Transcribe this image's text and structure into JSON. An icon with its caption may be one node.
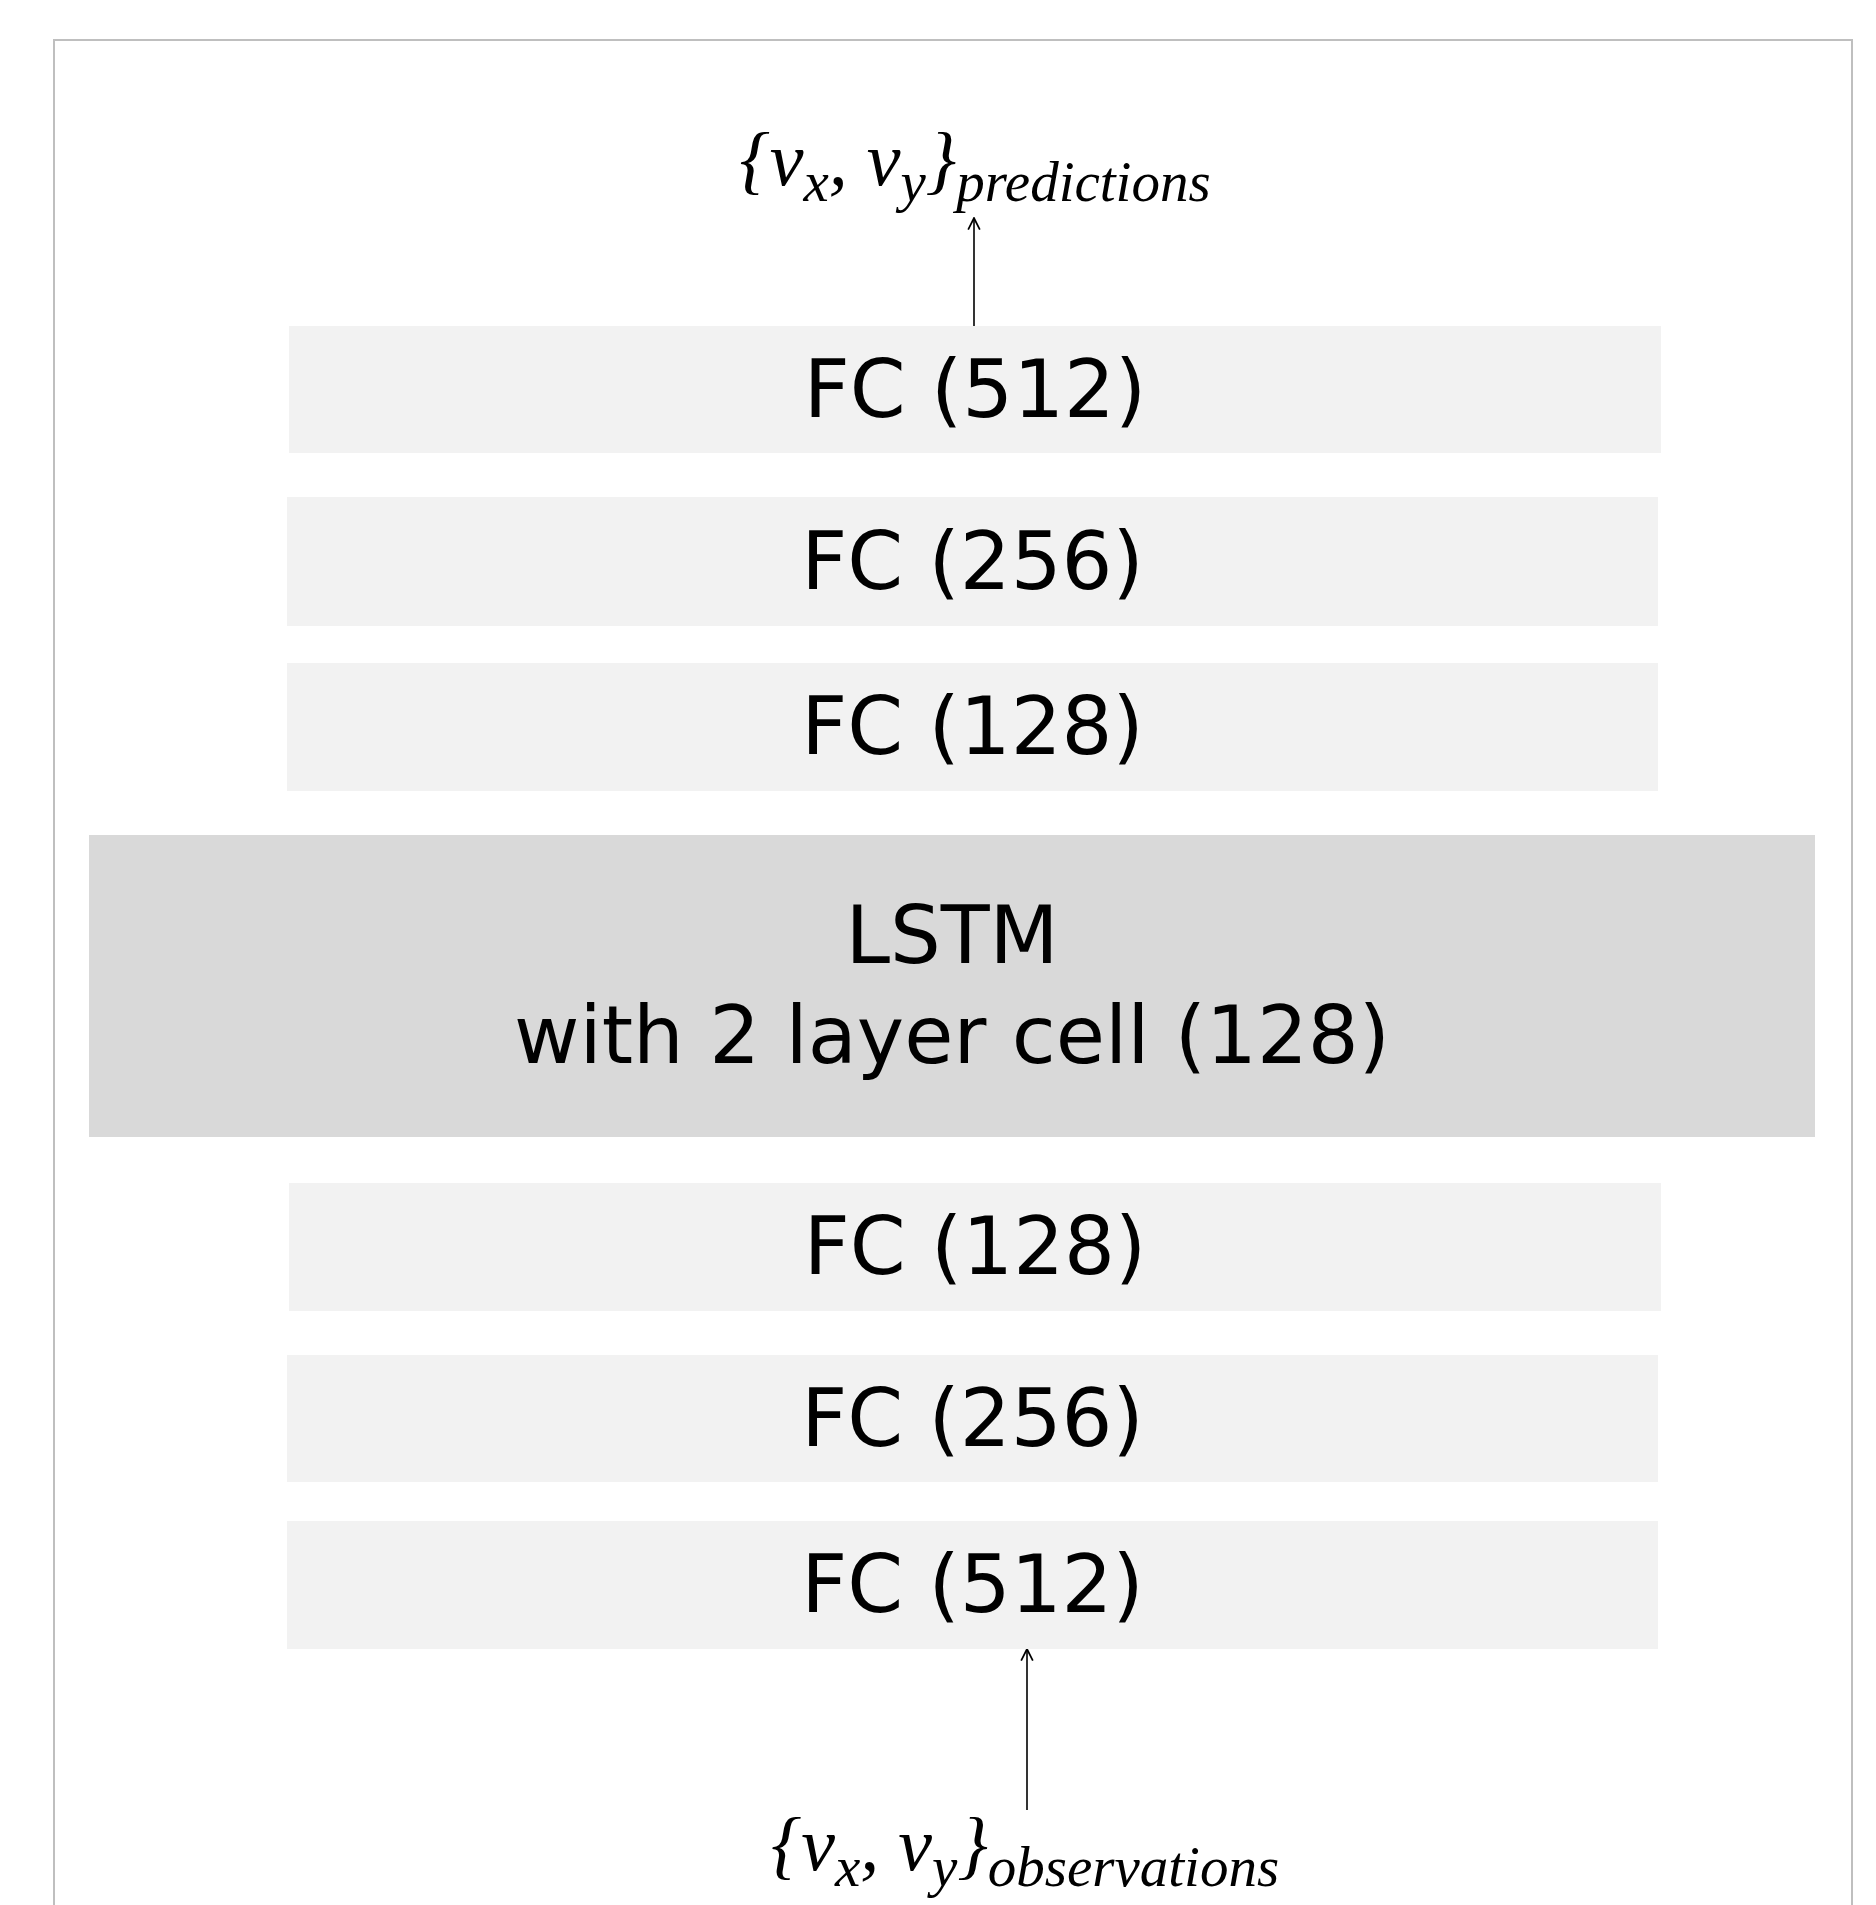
{
  "diagram": {
    "nodes": [
      {
        "text": [
          "{v$_{x}$, v$_{y}$}$_{predictions}$"
        ]
      },
      {
        "text": [
          "FC (512)"
        ]
      },
      {
        "text": [
          "FC (256)"
        ]
      },
      {
        "text": [
          "FC (128)"
        ]
      },
      {
        "text": [
          "LSTM",
          "with 2 layer cell (128)"
        ]
      },
      {
        "text": [
          "FC (128)"
        ]
      },
      {
        "text": [
          "FC (256)"
        ]
      },
      {
        "text": [
          "FC (512)"
        ]
      },
      {
        "text": [
          "{v$_{x}$, v$_{y}$}$_{observations}$"
        ]
      }
    ],
    "edges": [
      {
        "from": 1,
        "to": 0,
        "arrow": "to"
      },
      {
        "from": 8,
        "to": 7,
        "arrow": "to"
      }
    ]
  }
}
